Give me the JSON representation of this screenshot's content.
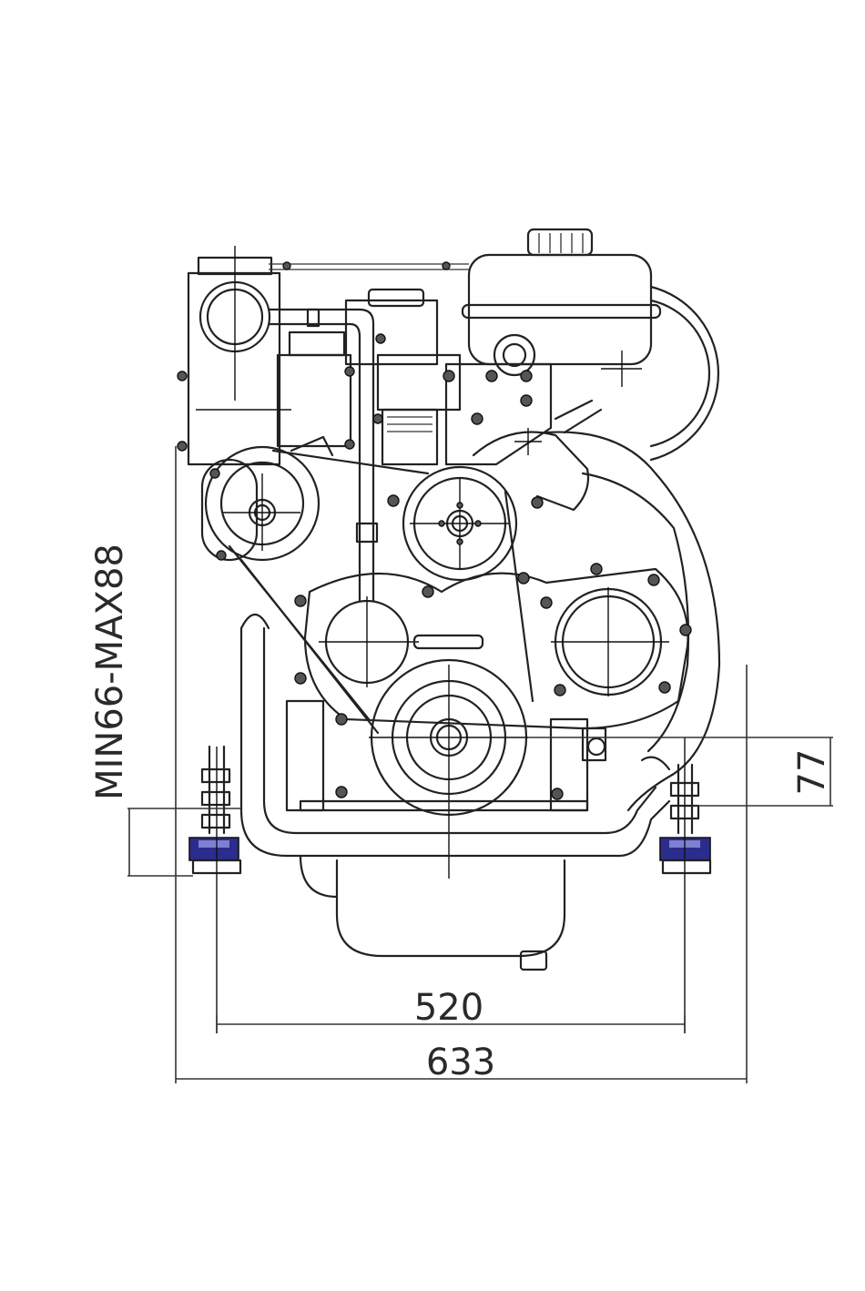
{
  "dimensions": {
    "mount_spacing": "520",
    "overall_width": "633",
    "mount_offset": "77",
    "mount_height_range": "MIN66-MAX88"
  },
  "colors": {
    "line": "#222222",
    "mount_rubber": "#2c2c8c",
    "mount_highlight": "#7f7fd0",
    "background": "#ffffff"
  }
}
